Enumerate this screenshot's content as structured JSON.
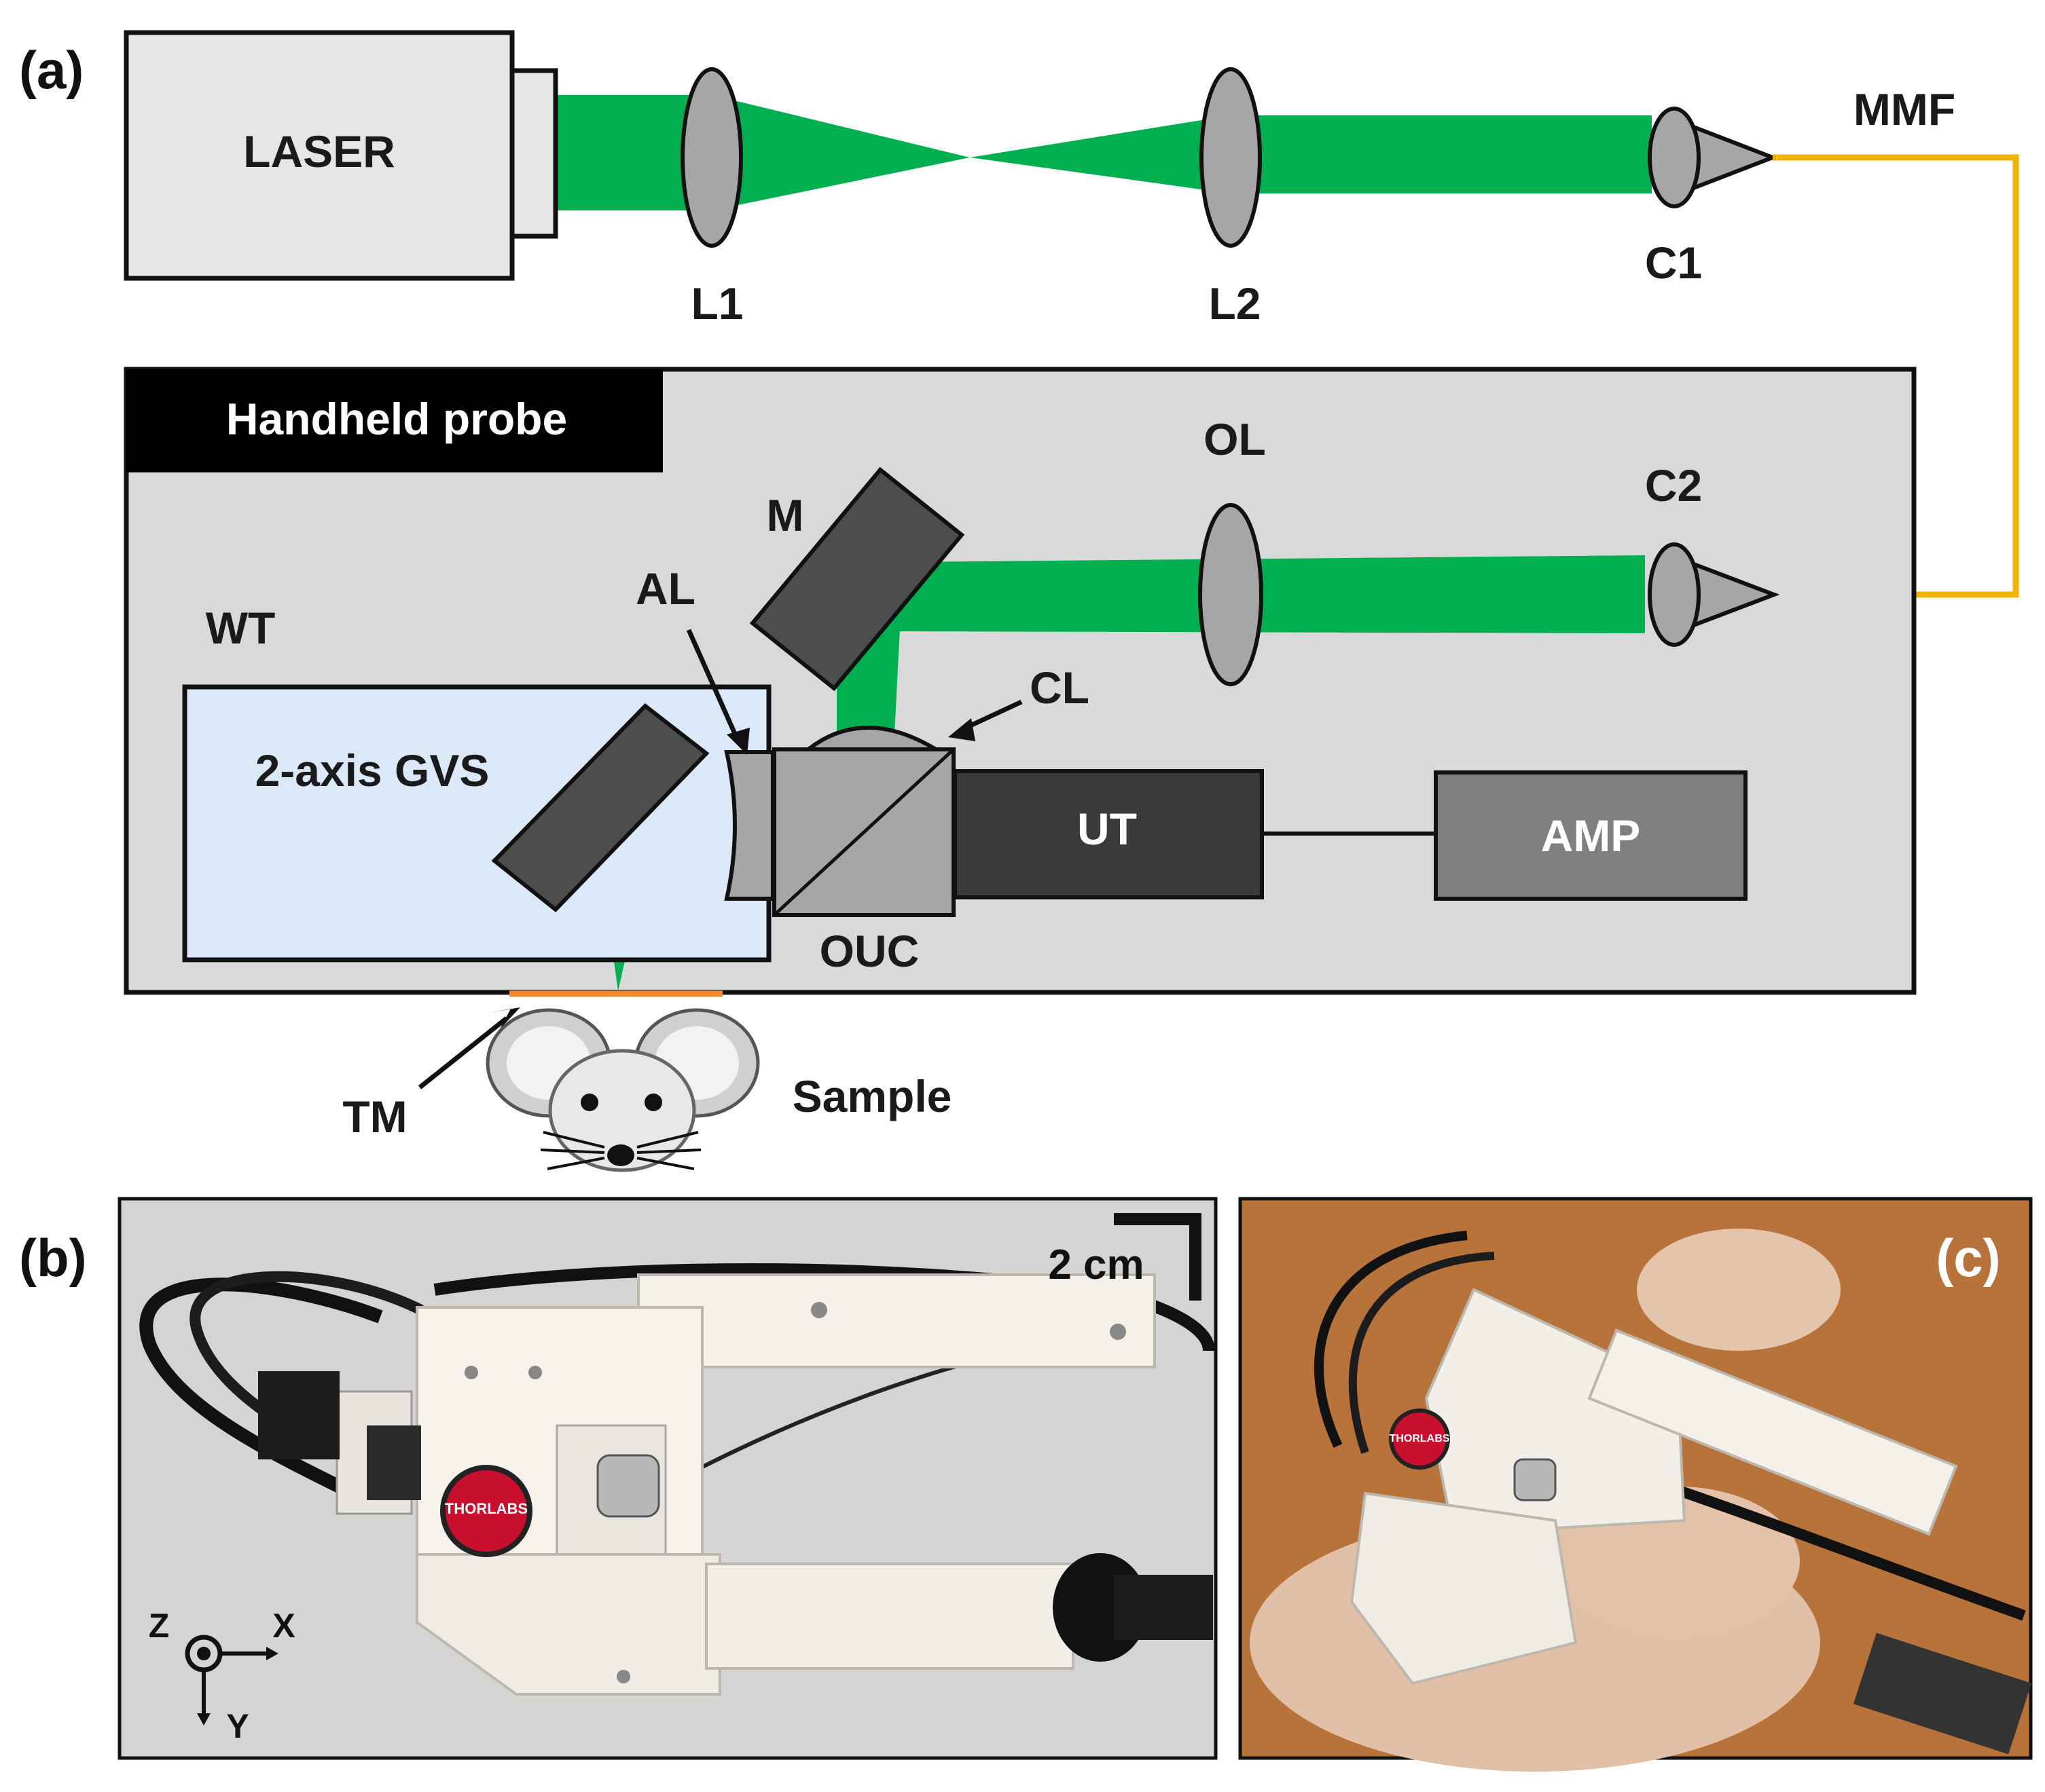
{
  "panel_labels": {
    "a": "(a)",
    "b": "(b)",
    "c": "(c)"
  },
  "labels": {
    "laser": "LASER",
    "l1": "L1",
    "l2": "L2",
    "c1": "C1",
    "mmf": "MMF",
    "handheld_probe": "Handheld probe",
    "ol": "OL",
    "c2": "C2",
    "m": "M",
    "al": "AL",
    "wt": "WT",
    "cl": "CL",
    "gvs": "2-axis GVS",
    "ut": "UT",
    "amp": "AMP",
    "ouc": "OUC",
    "tm": "TM",
    "sample": "Sample"
  },
  "photo_b": {
    "scale_bar": "2 cm",
    "axes": {
      "z": "Z",
      "x": "X",
      "y": "Y"
    },
    "brand": "THORLABS"
  },
  "photo_c": {
    "brand": "THORLABS"
  },
  "colors": {
    "beam": "#00b050",
    "fiber": "#f0b400",
    "laser_box": "#e6e6e6",
    "probe_box": "#d9d9d9",
    "probe_header": "#000000",
    "gvs_box": "#dbe8f7",
    "ut_box": "#3a3a3a",
    "amp_box": "#7f7f7f",
    "lens": "#a6a6a6",
    "tank_membrane": "#f08a2c",
    "mirror": "#4d4d4d"
  }
}
